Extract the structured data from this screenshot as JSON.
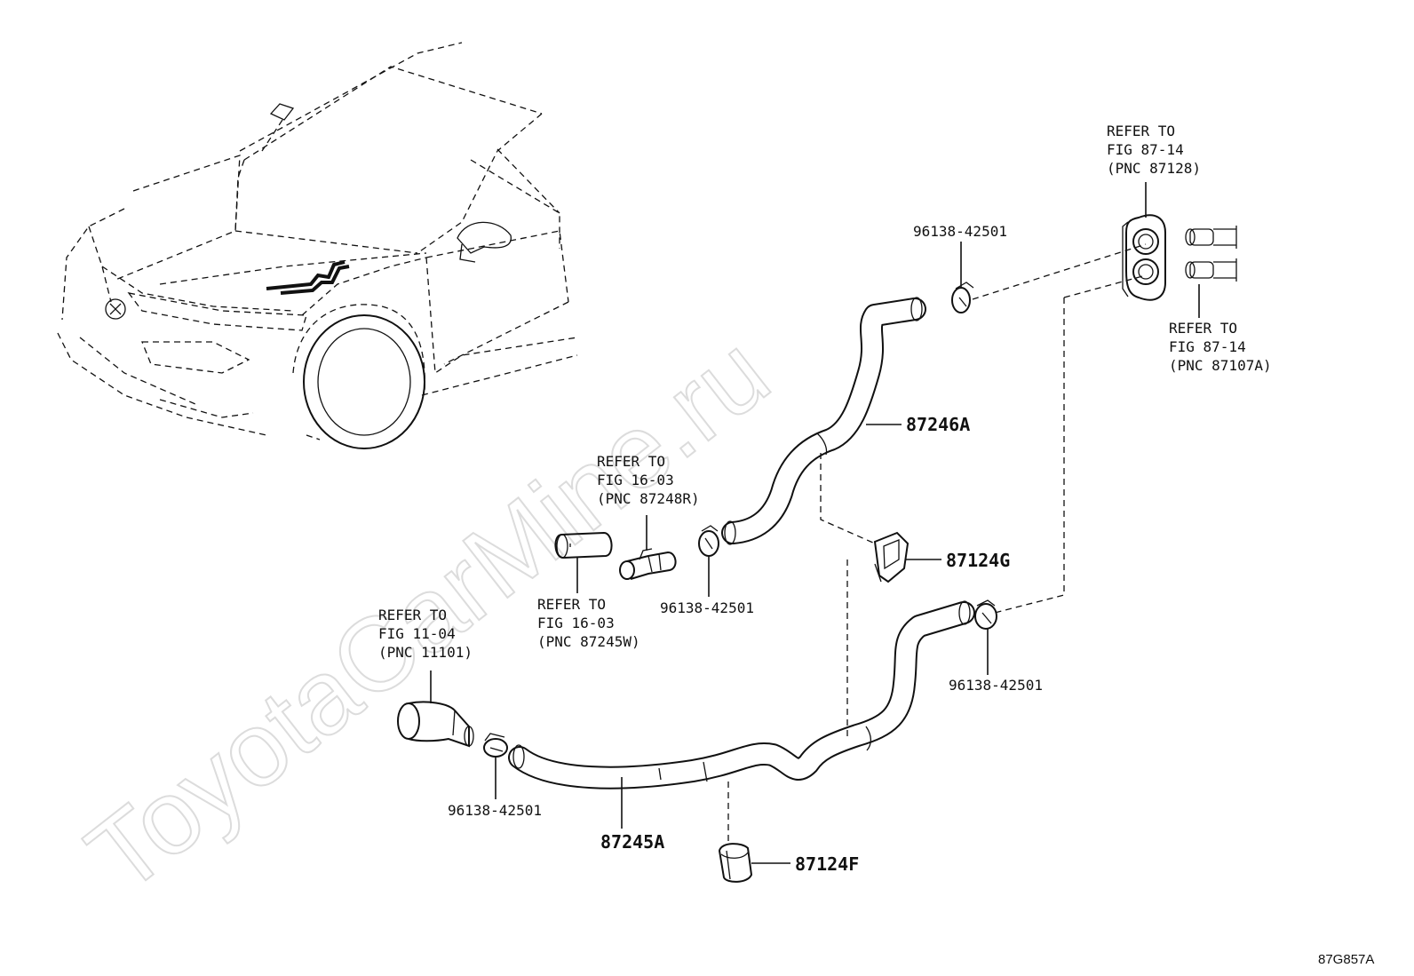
{
  "watermark": "ToyotaCarMine.ru",
  "figure_code": "87G857A",
  "callouts": {
    "heater_unit": {
      "lines": [
        "REFER TO",
        "FIG 87-14",
        "(PNC 87128)"
      ]
    },
    "water_valve": {
      "lines": [
        "REFER TO",
        "FIG 87-14",
        "(PNC 87107A)"
      ]
    },
    "outlet_pipe": {
      "lines": [
        "REFER TO",
        "FIG 16-03",
        "(PNC 87248R)"
      ]
    },
    "bypass_pipe": {
      "lines": [
        "REFER TO",
        "FIG 16-03",
        "(PNC 87245W)"
      ]
    },
    "engine_outlet": {
      "lines": [
        "REFER TO",
        "FIG 11-04",
        "(PNC 11101)"
      ]
    }
  },
  "parts": {
    "hose_upper": "87246A",
    "hose_lower": "87245A",
    "clamp_g": "87124G",
    "clamp_f": "87124F",
    "clip_top": "96138-42501",
    "clip_mid": "96138-42501",
    "clip_right": "96138-42501",
    "clip_left": "96138-42501"
  }
}
